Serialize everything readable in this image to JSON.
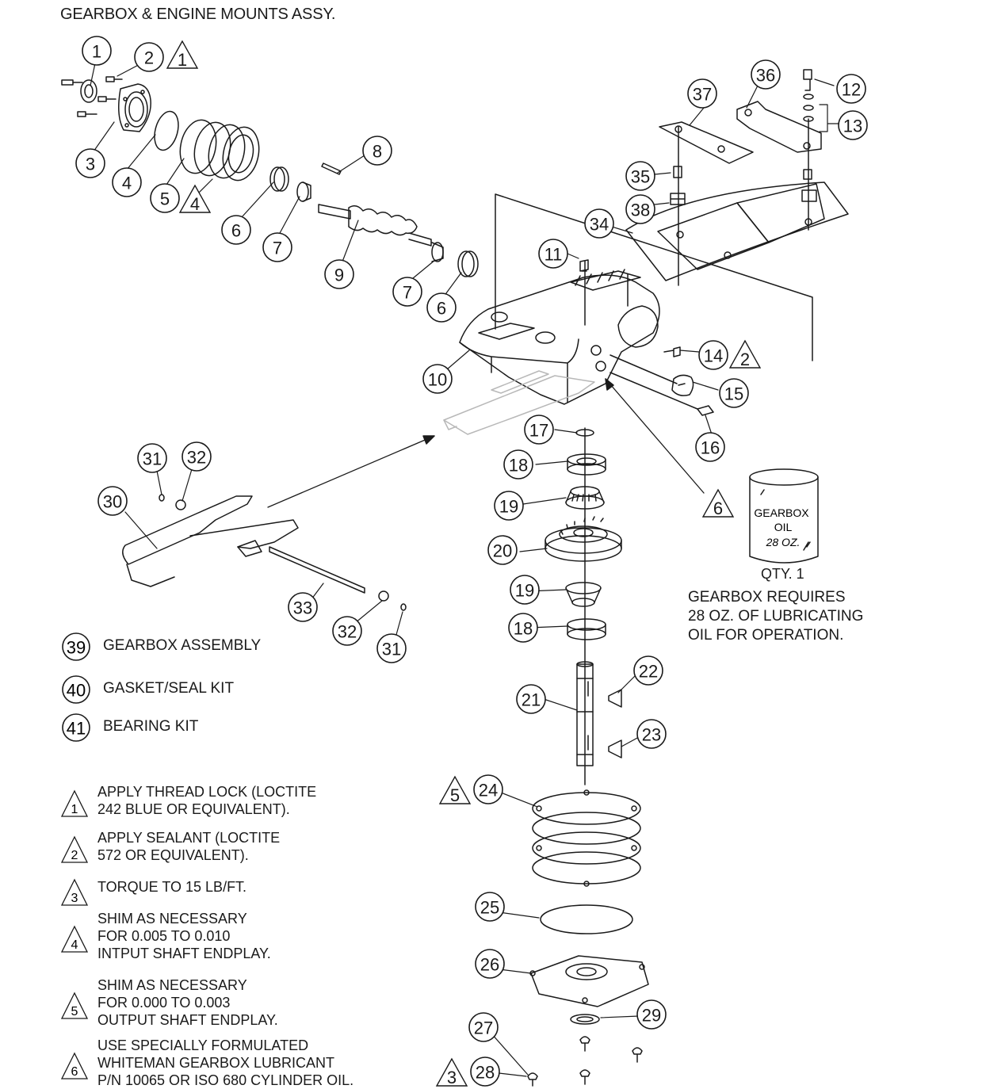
{
  "title": "GEARBOX & ENGINE MOUNTS ASSY.",
  "callouts": [
    "1",
    "2",
    "3",
    "4",
    "5",
    "6",
    "7",
    "8",
    "9",
    "10",
    "11",
    "12",
    "13",
    "14",
    "15",
    "16",
    "17",
    "18",
    "19",
    "20",
    "21",
    "22",
    "23",
    "24",
    "25",
    "26",
    "27",
    "28",
    "29",
    "30",
    "31",
    "32",
    "33",
    "34",
    "35",
    "36",
    "37",
    "38"
  ],
  "caution_marks": [
    "1",
    "2",
    "3",
    "4",
    "5",
    "6"
  ],
  "kits": [
    {
      "num": "39",
      "label": "GEARBOX ASSEMBLY"
    },
    {
      "num": "40",
      "label": "GASKET/SEAL KIT"
    },
    {
      "num": "41",
      "label": "BEARING KIT"
    }
  ],
  "notes": [
    {
      "mark": "1",
      "text": "APPLY THREAD LOCK (LOCTITE\n242 BLUE OR EQUIVALENT)."
    },
    {
      "mark": "2",
      "text": "APPLY SEALANT (LOCTITE\n572 OR EQUIVALENT)."
    },
    {
      "mark": "3",
      "text": "TORQUE TO 15 LB/FT."
    },
    {
      "mark": "4",
      "text": "SHIM AS NECESSARY\nFOR 0.005 TO 0.010\nINTPUT SHAFT ENDPLAY."
    },
    {
      "mark": "5",
      "text": "SHIM AS NECESSARY\nFOR 0.000 TO 0.003\nOUTPUT SHAFT ENDPLAY."
    },
    {
      "mark": "6",
      "text": "USE SPECIALLY FORMULATED\nWHITEMAN GEARBOX LUBRICANT\nP/N 10065 OR ISO 680 CYLINDER OIL."
    }
  ],
  "oil_can": {
    "line1": "GEARBOX",
    "line2": "OIL",
    "line3": "28 OZ.",
    "qty": "QTY. 1"
  },
  "requirement": "GEARBOX REQUIRES\n28 OZ. OF LUBRICATING\nOIL FOR OPERATION.",
  "colors": {
    "ink": "#1a1a1a",
    "paper": "#ffffff",
    "ghost": "#b8b8b8"
  }
}
